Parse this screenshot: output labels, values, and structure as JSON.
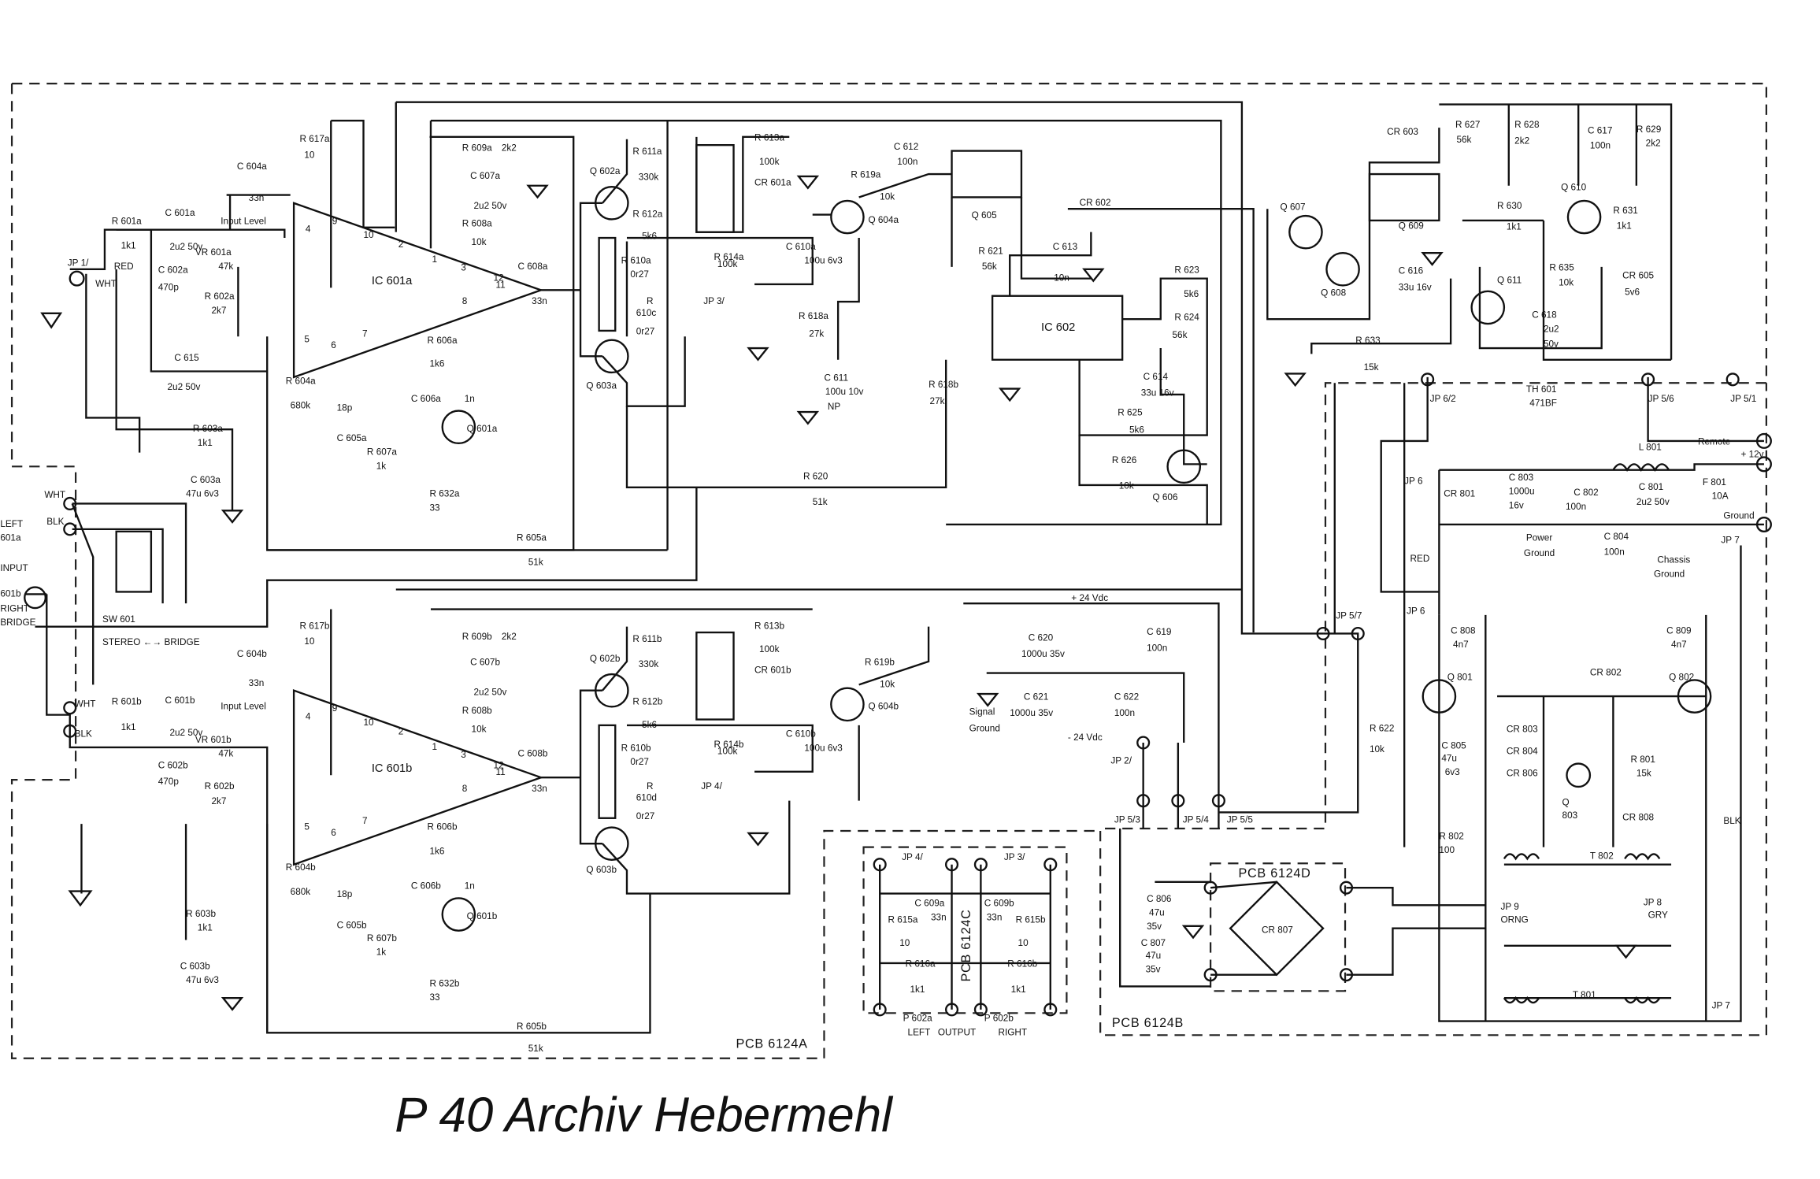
{
  "caption": "P 40   Archiv  Hebermehl",
  "boards": {
    "pcb_a": "PCB 6124A",
    "pcb_b": "PCB 6124B",
    "pcb_c": "PCB 6124C",
    "pcb_d": "PCB 6124D"
  },
  "ics": {
    "ic601a": "IC 601a",
    "ic601b": "IC 601b",
    "ic602": "IC 602"
  },
  "labels": {
    "left_channel": [
      "R 617a",
      "10",
      "C 604a",
      "33n",
      "R 601a",
      "1k1",
      "C 601a",
      "2u2 50v",
      "Input Level",
      "VR 601a",
      "47k",
      "R 602a",
      "2k7",
      "C 602a",
      "470p",
      "JP 1/",
      "WHT",
      "RED",
      "C 615",
      "2u2 50v",
      "R 604a",
      "680k",
      "R 603a",
      "1k1",
      "C 603a",
      "47u 6v3",
      "R 609a",
      "2k2",
      "C 607a",
      "2u2 50v",
      "R 608a",
      "10k",
      "R 606a",
      "1k6",
      "C 606a",
      "1n",
      "Q 601a",
      "R 607a",
      "1k",
      "R 632a",
      "33",
      "18p",
      "C 605a",
      "C 608a",
      "33n",
      "Q 602a",
      "Q 603a",
      "R 611a",
      "330k",
      "R 612a",
      "5k6",
      "R 613a",
      "100k",
      "CR 601a",
      "R 614a",
      "100k",
      "C 610a",
      "100u 6v3",
      "Q 604a",
      "R 619a",
      "10k",
      "R 610a",
      "0r27",
      "R",
      "610c",
      "0r27",
      "JP 3/",
      "R 618a",
      "27k",
      "C 611",
      "100u 10v",
      "NP",
      "R 605a",
      "51k",
      "R 620",
      "51k"
    ],
    "right_channel": [
      "R 617b",
      "10",
      "C 604b",
      "33n",
      "R 601b",
      "1k1",
      "C 601b",
      "2u2 50v",
      "Input Level",
      "VR 601b",
      "47k",
      "R 602b",
      "2k7",
      "C 602b",
      "470p",
      "WHT",
      "BLK",
      "R 604b",
      "680k",
      "R 603b",
      "1k1",
      "C 603b",
      "47u 6v3",
      "R 609b",
      "2k2",
      "C 607b",
      "2u2 50v",
      "R 608b",
      "10k",
      "R 606b",
      "1k6",
      "C 606b",
      "1n",
      "Q 601b",
      "R 607b",
      "1k",
      "R 632b",
      "33",
      "18p",
      "C 605b",
      "C 608b",
      "33n",
      "Q 602b",
      "Q 603b",
      "R 611b",
      "330k",
      "R 612b",
      "5k6",
      "R 613b",
      "100k",
      "CR 601b",
      "R 614b",
      "100k",
      "C 610b",
      "100u 6v3",
      "Q 604b",
      "R 619b",
      "10k",
      "R 610b",
      "0r27",
      "R",
      "610d",
      "0r27",
      "JP 4/",
      "R 605b",
      "51k"
    ],
    "middle": [
      "C 612",
      "100n",
      "Q 605",
      "R 621",
      "56k",
      "CR 602",
      "C 613",
      "10n",
      "R 623",
      "5k6",
      "R 624",
      "56k",
      "C 614",
      "33u 16v",
      "R 625",
      "5k6",
      "R 626",
      "10k",
      "Q 606",
      "R 618b",
      "27k",
      "+ 24 Vdc",
      "C 620",
      "1000u 35v",
      "C 619",
      "100n",
      "C 621",
      "1000u 35v",
      "C 622",
      "100n",
      "- 24 Vdc",
      "Signal",
      "Ground",
      "JP 2/",
      "JP 5/3",
      "JP 5/4",
      "JP 5/5",
      "JP 5/7",
      "R 622",
      "10k"
    ],
    "power_supply": [
      "Q 607",
      "Q 608",
      "CR 603",
      "Q 609",
      "R 627",
      "56k",
      "R 628",
      "2k2",
      "C 617",
      "100n",
      "R 629",
      "2k2",
      "Q 610",
      "R 630",
      "1k1",
      "R 631",
      "1k1",
      "R 635",
      "10k",
      "CR 605",
      "5v6",
      "C 616",
      "33u 16v",
      "Q 611",
      "C 618",
      "2u2",
      "50v",
      "R 633",
      "15k",
      "JP 6/2",
      "JP 5/6",
      "JP 5/1",
      "TH 601",
      "471BF",
      "Remote",
      "+ 12v",
      "F 801",
      "10A",
      "Ground",
      "JP 6",
      "CR 801",
      "C 803",
      "1000u",
      "16v",
      "C 802",
      "100n",
      "L 801",
      "C 801",
      "2u2 50v",
      "Power",
      "Ground",
      "C 804",
      "100n",
      "Chassis",
      "Ground",
      "RED",
      "JP 7",
      "JP 6",
      "C 808",
      "4n7",
      "Q 801",
      "C 809",
      "4n7",
      "Q 802",
      "CR 802",
      "CR 803",
      "CR 804",
      "CR 806",
      "R 801",
      "15k",
      "Q",
      "803",
      "CR 808",
      "C 805",
      "47u",
      "6v3",
      "R 802",
      "100",
      "T 802",
      "JP 9",
      "ORNG",
      "JP 8",
      "GRY",
      "T 801",
      "BLK",
      "JP 7"
    ],
    "rectifier": [
      "C 806",
      "47u",
      "35v",
      "C 807",
      "47u",
      "35v",
      "CR 807"
    ],
    "output": [
      "JP 4/",
      "JP 3/",
      "C 609a",
      "33n",
      "C 609b",
      "33n",
      "R 615a",
      "10",
      "R 615b",
      "10",
      "R 616a",
      "1k1",
      "R 616b",
      "1k1",
      "P 602a",
      "LEFT",
      "OUTPUT",
      "P 602b",
      "RIGHT"
    ],
    "input": [
      "LEFT",
      "601a",
      "INPUT",
      "601b",
      "RIGHT",
      "BRIDGE",
      "WHT",
      "BLK",
      "SW 601",
      "STEREO ←→ BRIDGE"
    ]
  },
  "pin_numbers": [
    "1",
    "2",
    "3",
    "4",
    "5",
    "6",
    "7",
    "8",
    "9",
    "10",
    "11",
    "12"
  ]
}
